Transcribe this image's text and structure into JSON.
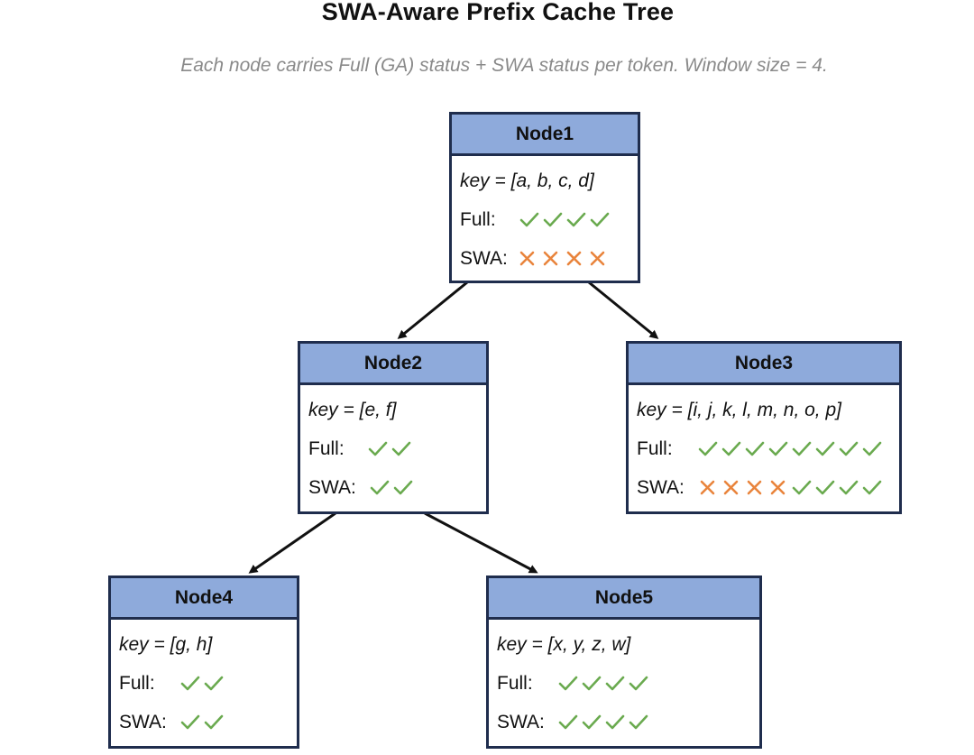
{
  "title": "SWA-Aware Prefix Cache Tree",
  "subtitle": "Each node carries Full (GA) status + SWA status per token. Window size = 4.",
  "labels": {
    "full": "Full:",
    "swa": "SWA:"
  },
  "colors": {
    "header_fill": "#8eaadb",
    "border": "#1f2d4d",
    "check": "#6aaa4f",
    "cross": "#e9843c",
    "arrow": "#111111"
  },
  "nodes": [
    {
      "id": "node1",
      "name": "Node1",
      "key": "key = [a, b, c, d]",
      "full": [
        "check",
        "check",
        "check",
        "check"
      ],
      "swa": [
        "cross",
        "cross",
        "cross",
        "cross"
      ]
    },
    {
      "id": "node2",
      "name": "Node2",
      "key": "key = [e, f]",
      "full": [
        "check",
        "check"
      ],
      "swa": [
        "check",
        "check"
      ]
    },
    {
      "id": "node3",
      "name": "Node3",
      "key": "key = [i, j, k, l, m, n, o, p]",
      "full": [
        "check",
        "check",
        "check",
        "check",
        "check",
        "check",
        "check",
        "check"
      ],
      "swa": [
        "cross",
        "cross",
        "cross",
        "cross",
        "check",
        "check",
        "check",
        "check"
      ]
    },
    {
      "id": "node4",
      "name": "Node4",
      "key": "key = [g, h]",
      "full": [
        "check",
        "check"
      ],
      "swa": [
        "check",
        "check"
      ]
    },
    {
      "id": "node5",
      "name": "Node5",
      "key": "key = [x, y, z, w]",
      "full": [
        "check",
        "check",
        "check",
        "check"
      ],
      "swa": [
        "check",
        "check",
        "check",
        "check"
      ]
    }
  ],
  "edges": [
    {
      "from": "node1",
      "to": "node2"
    },
    {
      "from": "node1",
      "to": "node3"
    },
    {
      "from": "node2",
      "to": "node4"
    },
    {
      "from": "node2",
      "to": "node5"
    }
  ]
}
